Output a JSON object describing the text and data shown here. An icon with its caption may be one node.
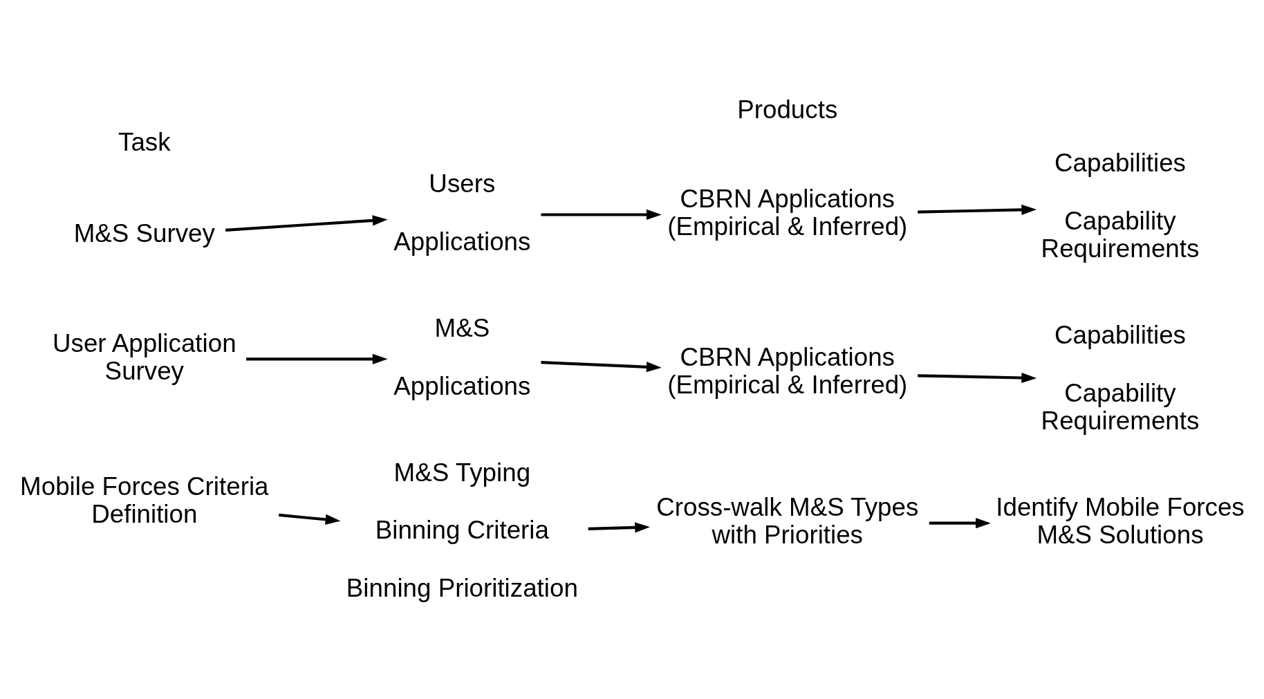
{
  "diagram": {
    "nodes": [
      {
        "text": [
          "M&S Survey"
        ]
      },
      {
        "text": [
          "Users",
          "Applications"
        ]
      },
      {
        "text": [
          "CBRN Applications (Empirical & Inferred)"
        ]
      },
      {
        "text": [
          "Capabilities",
          "Capability Requirements"
        ]
      },
      {
        "text": [
          "User Application Survey"
        ]
      },
      {
        "text": [
          "M&S",
          "Applications"
        ]
      },
      {
        "text": [
          "CBRN Applications (Empirical & Inferred)"
        ]
      },
      {
        "text": [
          "Capabilities",
          "Capability Requirements"
        ]
      },
      {
        "text": [
          "Mobile Forces Criteria Definition"
        ]
      },
      {
        "text": [
          "M&S Typing",
          "Binning Criteria",
          "Binning Prioritization"
        ]
      },
      {
        "text": [
          "Cross-walk M&S Types with Priorities"
        ]
      },
      {
        "text": [
          "Identify Mobile Forces M&S Solutions"
        ]
      }
    ],
    "edges": [
      {
        "from": 0,
        "to": 1,
        "arrow": "to"
      },
      {
        "from": 1,
        "to": 2,
        "arrow": "to"
      },
      {
        "from": 2,
        "to": 3,
        "arrow": "to"
      },
      {
        "from": 4,
        "to": 5,
        "arrow": "to"
      },
      {
        "from": 5,
        "to": 6,
        "arrow": "to"
      },
      {
        "from": 6,
        "to": 7,
        "arrow": "to"
      },
      {
        "from": 8,
        "to": 9,
        "arrow": "to"
      },
      {
        "from": 9,
        "to": 10,
        "arrow": "to"
      },
      {
        "from": 10,
        "to": 11,
        "arrow": "to"
      }
    ],
    "labels": [
      "Task",
      "Products"
    ]
  }
}
